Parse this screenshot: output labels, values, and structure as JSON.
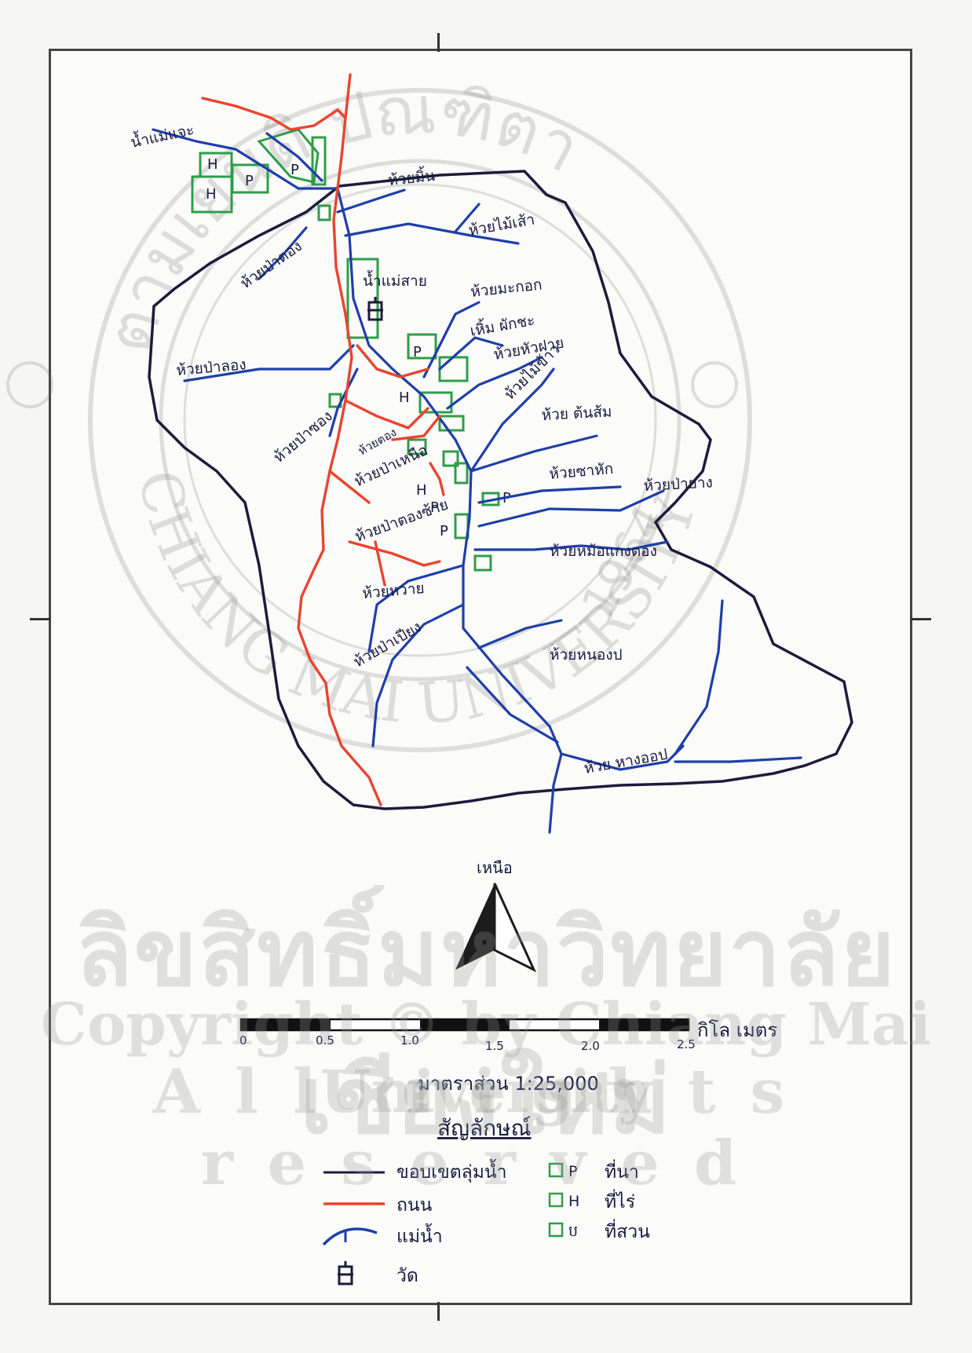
{
  "map": {
    "place_labels": {
      "namMaeCham": "น้ำแม่แจะ",
      "huaiMin": "ห้วยมิ้น",
      "huaiMaiSao": "ห้วยไม้เส้า",
      "huaiPaTong": "ห้วยป่าตอง",
      "namMaeSai": "น้ำแม่สาย",
      "huaiMaKok": "ห้วยมะกอก",
      "huaiPakChi": "เหิ้ม ผักชะ",
      "huaiHuaPhai": "ห้วยหัวฝาย",
      "huaiPaLong": "ห้วยป่าลอง",
      "huaiMaiKhao": "ห้วยไม้ข้าว",
      "huaiPaSong": "ห้วยป่าซอง",
      "huaiTonSom": "ห้วย ต้นส้ม",
      "huaiTong": "ห้วยตอง",
      "huaiPaNo": "ห้วยป่าเหนือ",
      "huaiSaNak": "ห้วยซาหัก",
      "huaiPaYang": "ห้วยป่ายาง",
      "huaiPaTongSai": "ห้วยป่าตองซ้าย",
      "huaiMongKong": "ห้วยหม้อแกงตอง",
      "huaiHwai": "ห้วยหวาย",
      "huaiNamop": "ห้วยหนองป",
      "huaiPaPiao": "ห้วยป่าเปียง",
      "huaiHangop": "ห้วย หางออป"
    },
    "north_label": "เหนือ",
    "scale_ticks": [
      "0",
      "0.5",
      "1.0",
      "1.5",
      "2.0",
      "2.5"
    ],
    "scale_unit": "กิโล เมตร",
    "scale_ratio": "มาตราส่วน 1:25,000",
    "legend_title": "สัญลักษณ์",
    "legend_items": {
      "boundary": "ขอบเขตลุ่มน้ำ",
      "road": "ถนน",
      "river": "แม่น้ำ",
      "temple": "วัด",
      "paddy": "ที่นา",
      "field": "ที่ไร่",
      "garden": "ที่สวน"
    },
    "legend_codes": {
      "paddy": "P",
      "field": "H",
      "garden": "ប"
    },
    "colors": {
      "boundary": "#1c1c3a",
      "road": "#e8452f",
      "river": "#1f3fa8",
      "landuse": "#2f9e48"
    }
  },
  "watermark": {
    "arc_top": "ตามเยนดิ ปณฑิตา",
    "arc_bottom": "CHIANG MAI UNIVERSITY",
    "year": "1964",
    "thai": "ลิขสิทธิ์มหาวิทยาลัยเชียงใหม่",
    "copyright": "Copyright © by Chiang Mai University",
    "rights": "All rights reserved"
  }
}
